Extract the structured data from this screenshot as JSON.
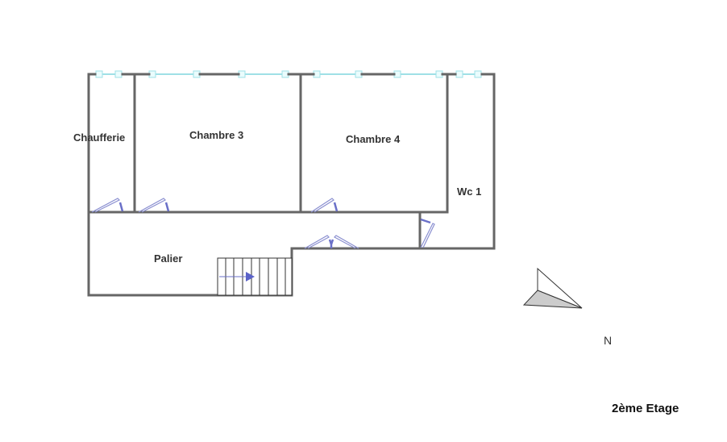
{
  "rooms": {
    "chaufferie": "Chaufferie",
    "chambre3": "Chambre 3",
    "chambre4": "Chambre 4",
    "wc1": "Wc 1",
    "palier": "Palier"
  },
  "compass": {
    "north_label": "N"
  },
  "floor_label": "2ème Etage",
  "colors": {
    "wall": "#666666",
    "window": "#9fe0e6",
    "door": "#6a70c8",
    "compass_fill": "#cccccc"
  }
}
